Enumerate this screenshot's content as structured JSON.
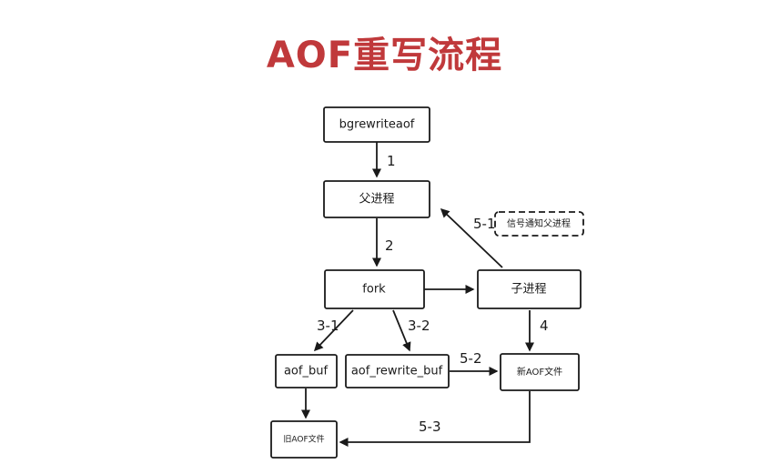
{
  "title": "AOF重写流程",
  "colors": {
    "title": "#c0393b",
    "stroke": "#1a1a1a"
  },
  "nodes": {
    "bgrewriteaof": "bgrewriteaof",
    "parent": "父进程",
    "fork": "fork",
    "child": "子进程",
    "signal": "信号通知父进程",
    "aof_buf": "aof_buf",
    "aof_rewrite_buf": "aof_rewrite_buf",
    "new_aof": "新AOF文件",
    "old_aof": "旧AOF文件"
  },
  "edges": {
    "e1": "1",
    "e2": "2",
    "e3_1": "3-1",
    "e3_2": "3-2",
    "e4": "4",
    "e5_1": "5-1",
    "e5_2": "5-2",
    "e5_3": "5-3"
  }
}
